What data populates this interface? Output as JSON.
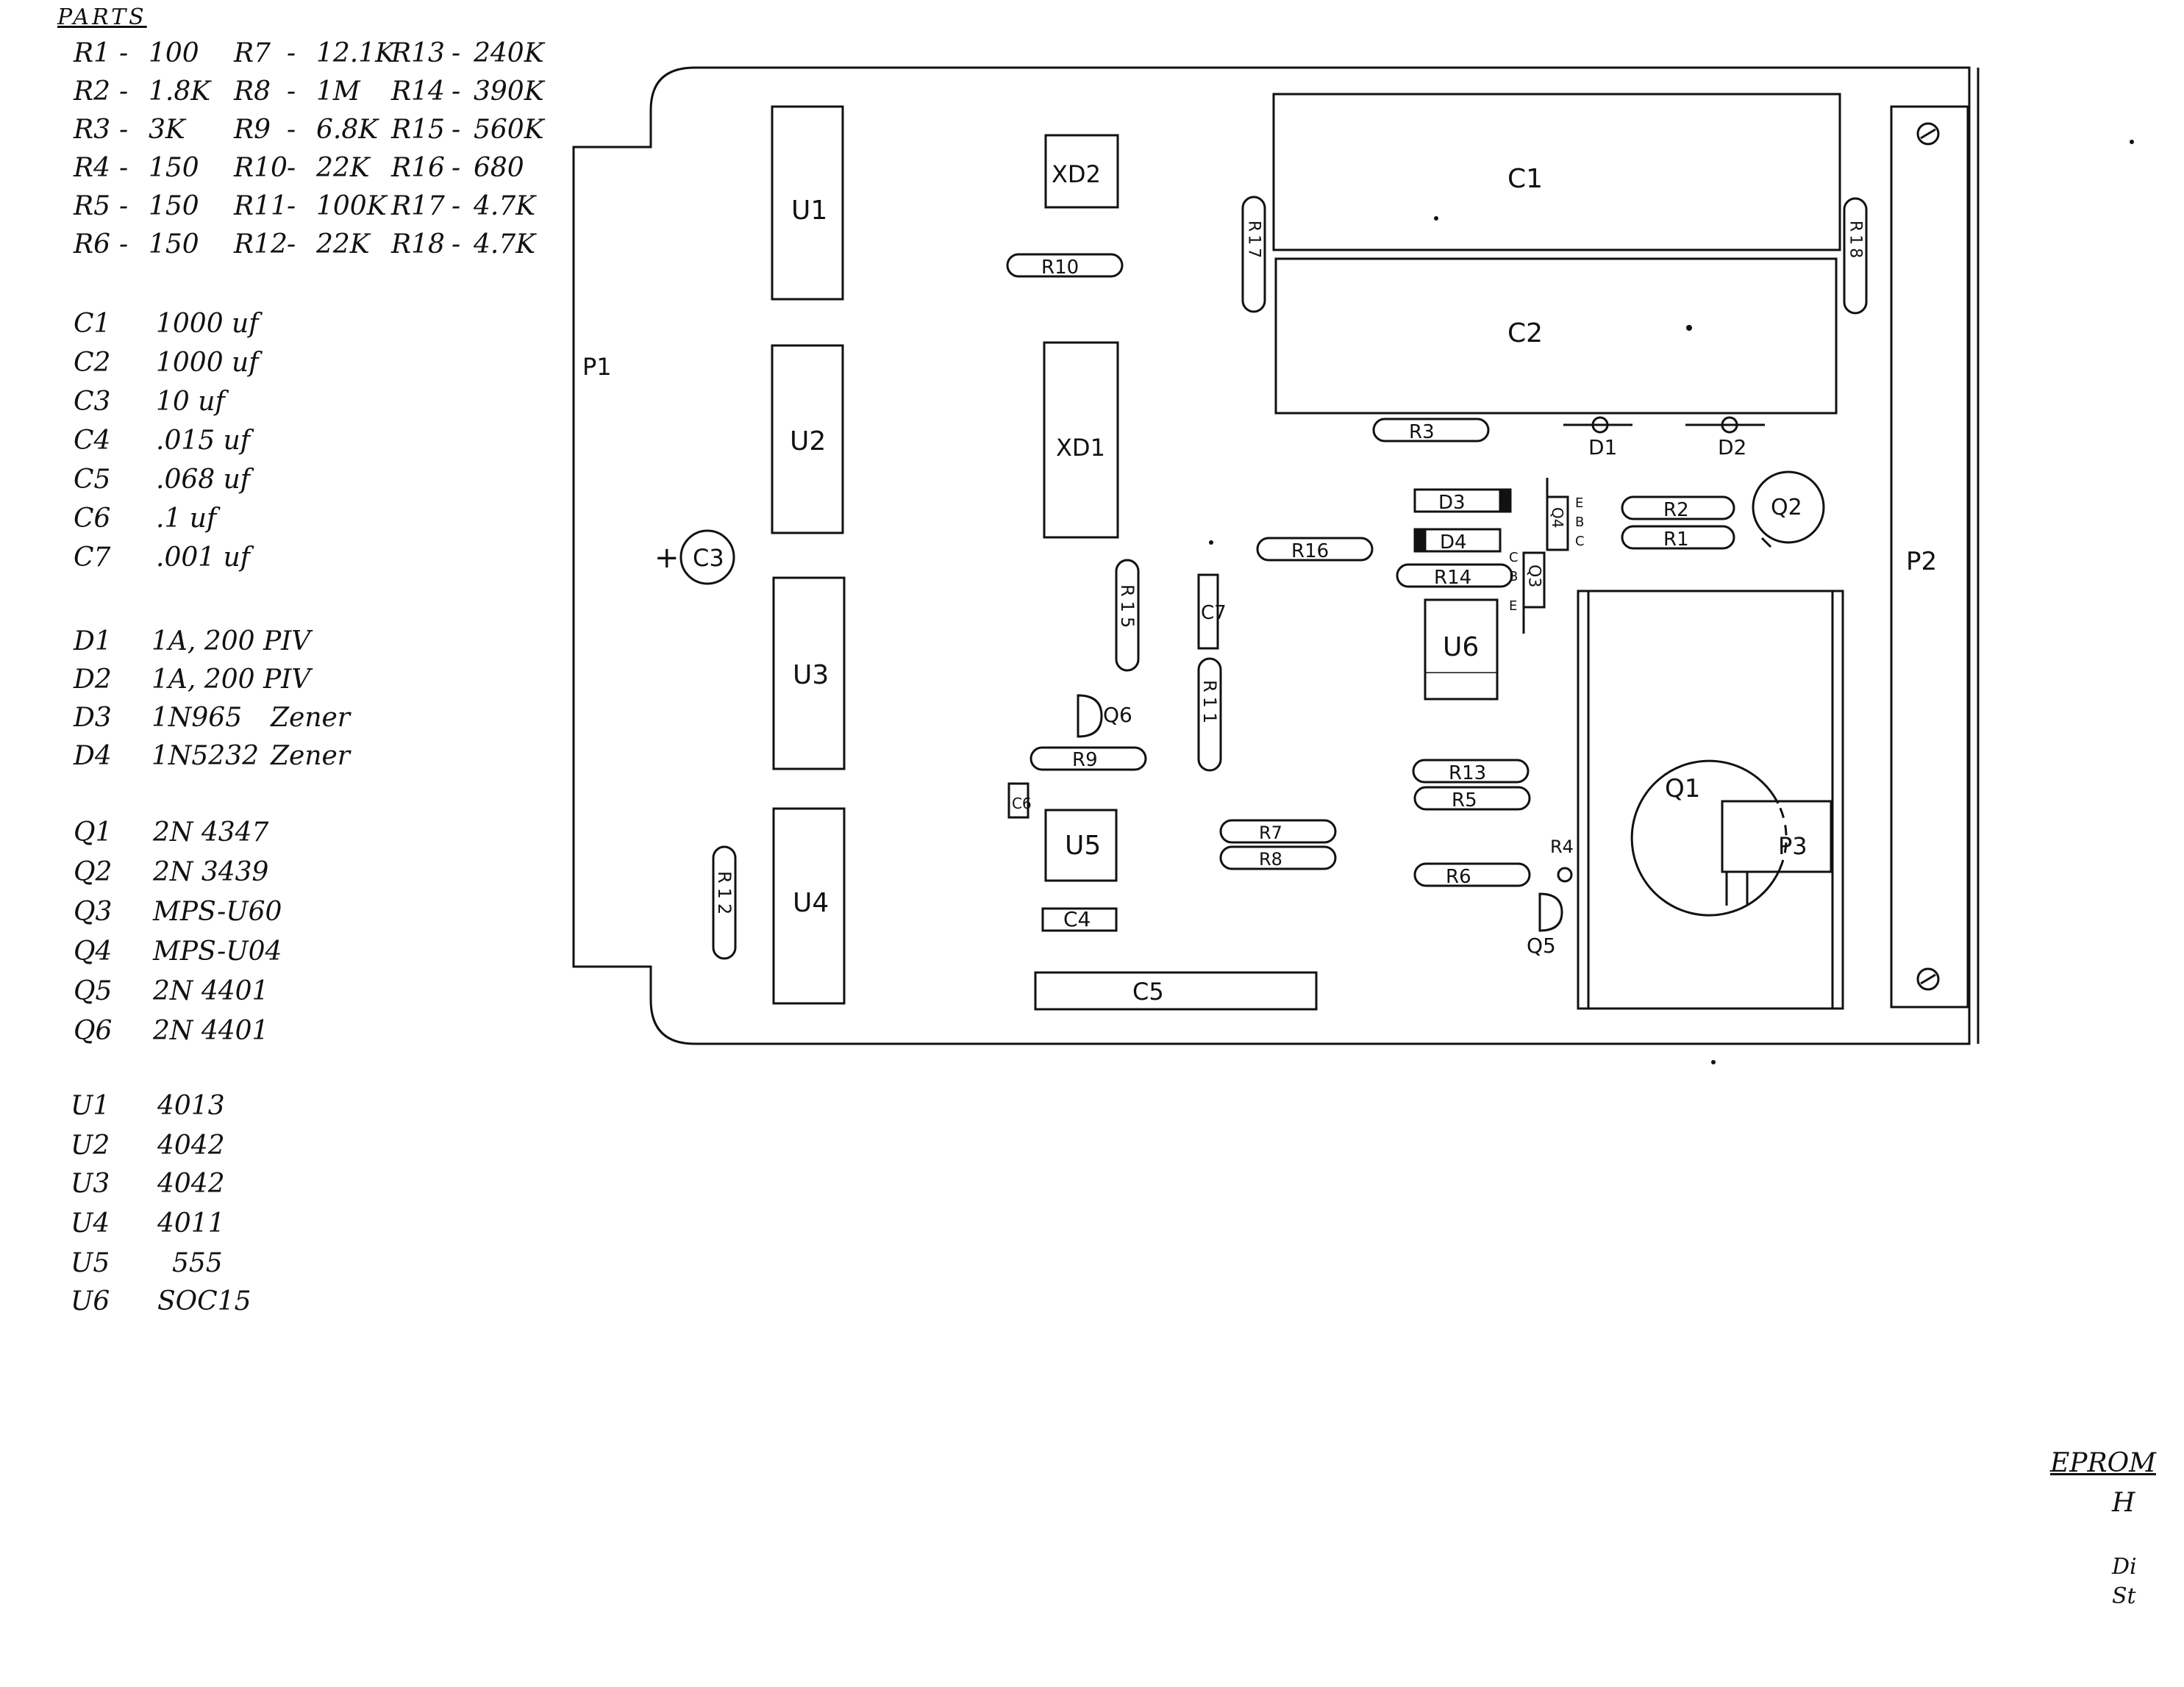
{
  "parts_list": {
    "title": "PARTS",
    "resistors": [
      [
        "R1",
        "100"
      ],
      [
        "R2",
        "1.8K"
      ],
      [
        "R3",
        "3K"
      ],
      [
        "R4",
        "150"
      ],
      [
        "R5",
        "150"
      ],
      [
        "R6",
        "150"
      ],
      [
        "R7",
        "12.1K"
      ],
      [
        "R8",
        "1M"
      ],
      [
        "R9",
        "6.8K"
      ],
      [
        "R10",
        "22K"
      ],
      [
        "R11",
        "100K"
      ],
      [
        "R12",
        "22K"
      ],
      [
        "R13",
        "240K"
      ],
      [
        "R14",
        "390K"
      ],
      [
        "R15",
        "560K"
      ],
      [
        "R16",
        "680"
      ],
      [
        "R17",
        "4.7K"
      ],
      [
        "R18",
        "4.7K"
      ]
    ],
    "capacitors": [
      [
        "C1",
        "1000 uf"
      ],
      [
        "C2",
        "1000 uf"
      ],
      [
        "C3",
        "10 uf"
      ],
      [
        "C4",
        ".015 uf"
      ],
      [
        "C5",
        ".068 uf"
      ],
      [
        "C6",
        ".1 uf"
      ],
      [
        "C7",
        ".001 uf"
      ]
    ],
    "diodes": [
      [
        "D1",
        "1A, 200 PIV",
        ""
      ],
      [
        "D2",
        "1A, 200 PIV",
        ""
      ],
      [
        "D3",
        "1N965",
        "Zener"
      ],
      [
        "D4",
        "1N5232",
        "Zener"
      ]
    ],
    "transistors": [
      [
        "Q1",
        "2N 4347"
      ],
      [
        "Q2",
        "2N 3439"
      ],
      [
        "Q3",
        "MPS-U60"
      ],
      [
        "Q4",
        "MPS-U04"
      ],
      [
        "Q5",
        "2N 4401"
      ],
      [
        "Q6",
        "2N 4401"
      ]
    ],
    "ics": [
      [
        "U1",
        "4013"
      ],
      [
        "U2",
        "4042"
      ],
      [
        "U3",
        "4042"
      ],
      [
        "U4",
        "4011"
      ],
      [
        "U5",
        "555"
      ],
      [
        "U6",
        "SOC15"
      ]
    ]
  },
  "board": {
    "connectors": {
      "p1": "P1",
      "p2": "P2",
      "p3": "P3"
    },
    "ics": {
      "u1": "U1",
      "u2": "U2",
      "u3": "U3",
      "u4": "U4",
      "u5": "U5",
      "u6": "U6"
    },
    "sockets": {
      "xd1": "XD1",
      "xd2": "XD2"
    },
    "capacitors": {
      "c1": "C1",
      "c2": "C2",
      "c3": "C3",
      "c4": "C4",
      "c5": "C5",
      "c6": "C6",
      "c7": "C7",
      "c3_polarity": "+"
    },
    "resistors": {
      "r1": "R1",
      "r2": "R2",
      "r3": "R3",
      "r4": "R4",
      "r5": "R5",
      "r6": "R6",
      "r7": "R7",
      "r8": "R8",
      "r9": "R9",
      "r10": "R10",
      "r11": "R11",
      "r12": "R12",
      "r13": "R13",
      "r14": "R14",
      "r15": "R15",
      "r16": "R16",
      "r17": "R17",
      "r18": "R18"
    },
    "diodes": {
      "d1": "D1",
      "d2": "D2",
      "d3": "D3",
      "d4": "D4"
    },
    "transistors": {
      "q1": "Q1",
      "q2": "Q2",
      "q3": "Q3",
      "q4": "Q4",
      "q5": "Q5",
      "q6": "Q6"
    },
    "pin_labels": {
      "q4": [
        "E",
        "B",
        "C"
      ],
      "q3": [
        "C",
        "B",
        "E"
      ]
    }
  },
  "corner_notes": {
    "title": "EPROM",
    "line2": "H",
    "line3": "Di",
    "line4": "St"
  }
}
